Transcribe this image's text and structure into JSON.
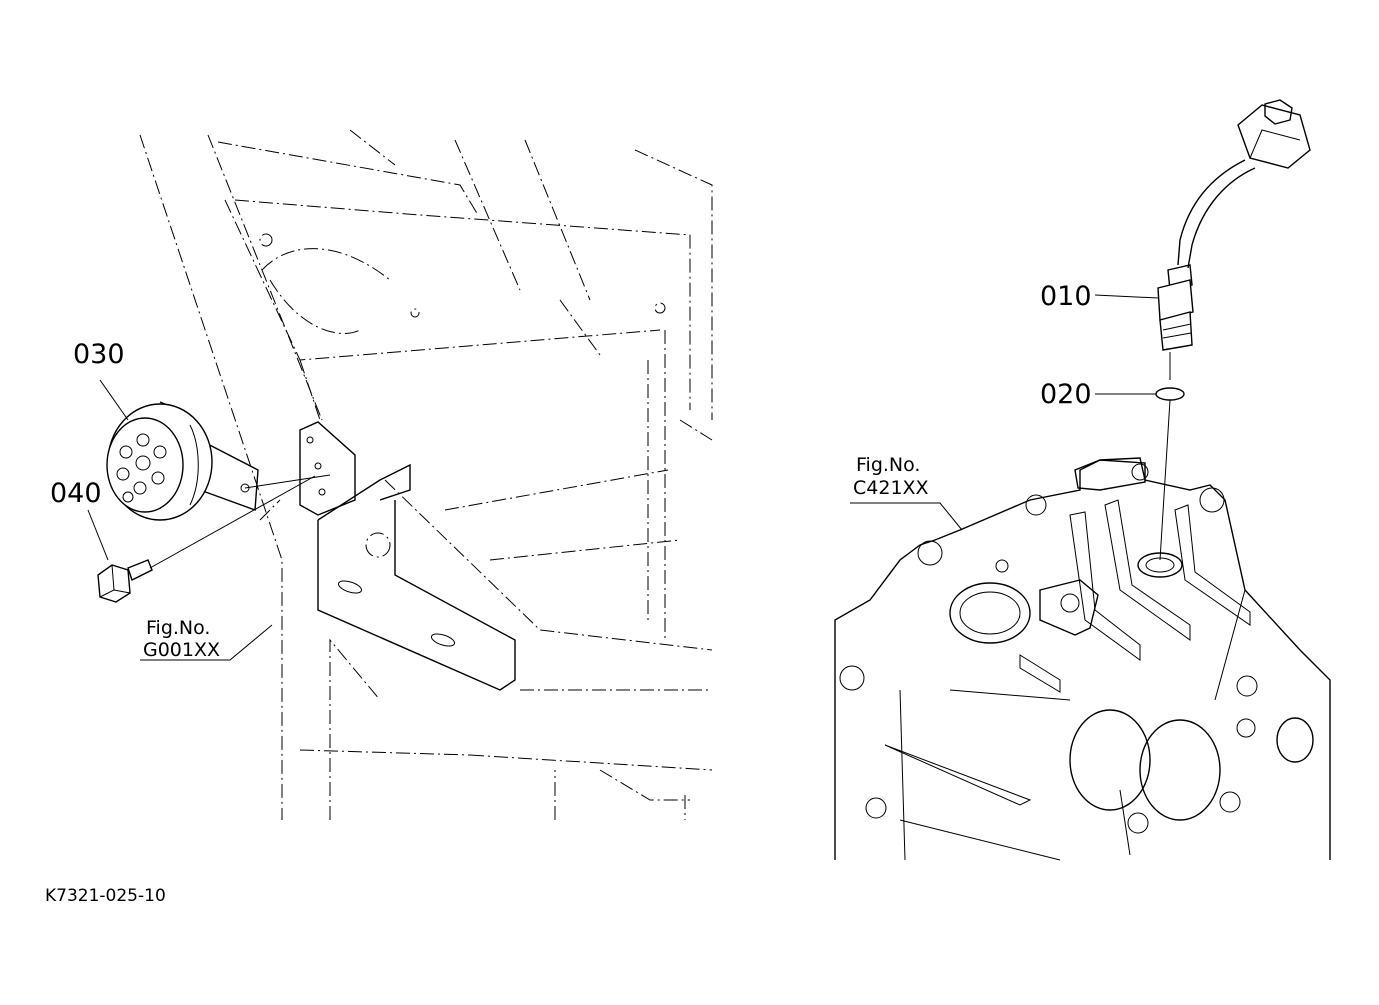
{
  "callouts": {
    "part_010": "010",
    "part_020": "020",
    "part_030": "030",
    "part_040": "040"
  },
  "figure_refs": {
    "left": {
      "line1": "Fig.No.",
      "line2": "G001XX"
    },
    "right": {
      "line1": "Fig.No.",
      "line2": "C421XX"
    }
  },
  "document_id": "K7321-025-10"
}
